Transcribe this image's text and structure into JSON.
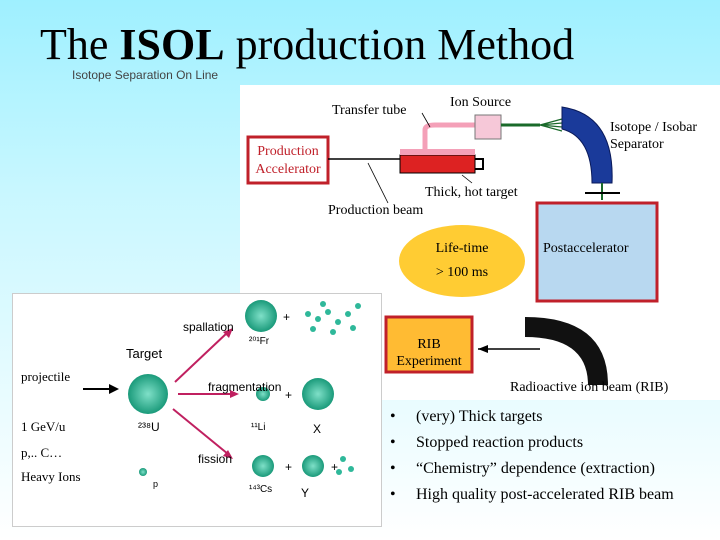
{
  "title": {
    "prefix": "The ",
    "bold": "ISOL",
    "suffix": " production Method"
  },
  "subtitle": "Isotope Separation On Line",
  "diagram": {
    "transfer_tube": "Transfer tube",
    "ion_source": "Ion Source",
    "separator": [
      "Isotope / Isobar",
      "Separator"
    ],
    "production_accelerator": [
      "Production",
      "Accelerator"
    ],
    "thick_target": "Thick, hot target",
    "production_beam": "Production beam",
    "lifetime": [
      "Life-time",
      "> 100 ms"
    ],
    "postaccelerator": "Postaccelerator",
    "rib_experiment": [
      "RIB",
      "Experiment"
    ],
    "radioactive_beam": "Radioactive ion beam (RIB)"
  },
  "reactions": {
    "target_label": "Target",
    "projectile_label": "projectile",
    "spallation": "spallation",
    "fragmentation": "fragmentation",
    "fission": "fission",
    "energy": "1 GeV/u",
    "particles": "p,.. C…",
    "heavy_ions": "Heavy Ions",
    "u238": "²³⁸U",
    "fr": "²⁰¹Fr",
    "li": "¹¹Li",
    "cs": "¹⁴³Cs",
    "x": "X",
    "y": "Y",
    "p": "p",
    "plus": "+"
  },
  "bullets": [
    "(very) Thick targets",
    "Stopped reaction products",
    "“Chemistry” dependence (extraction)",
    "High quality post-accelerated RIB beam"
  ],
  "bullet_symbol": "•",
  "colors": {
    "accent_red": "#c0202a",
    "separator_blue": "#1a3a9a",
    "lifetime_yellow": "#ffcc33",
    "postacc_fill": "#b8d8f0",
    "cluster_green": "#2fb89a"
  }
}
